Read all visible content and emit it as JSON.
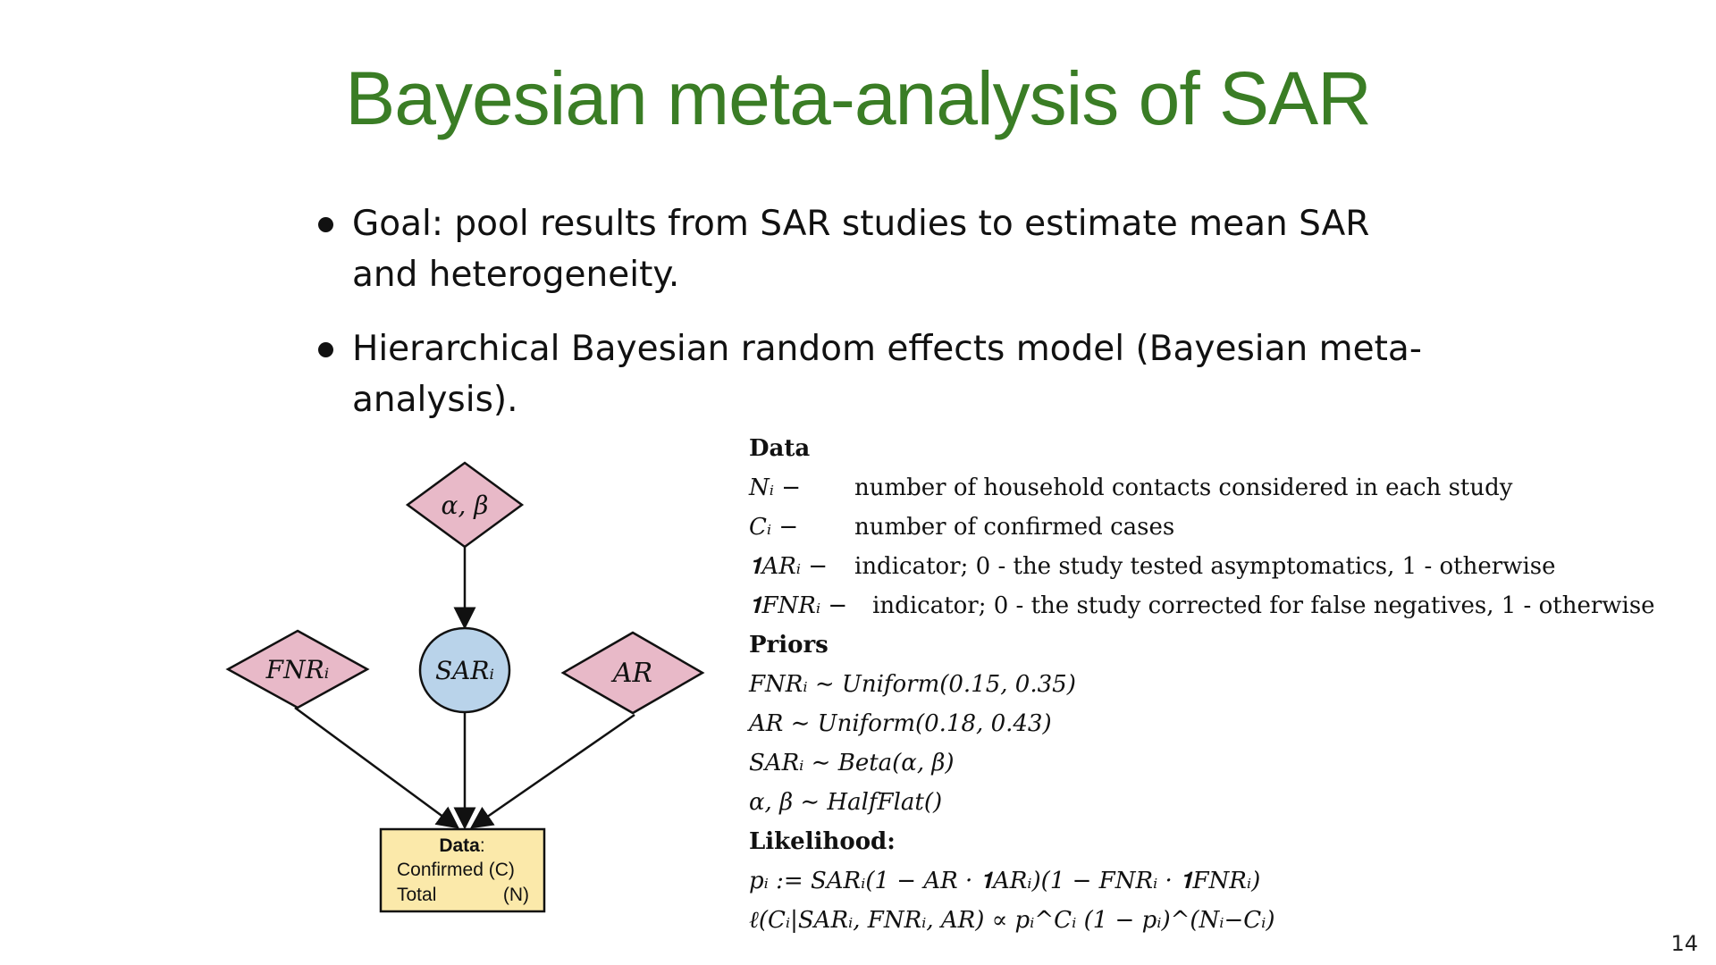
{
  "slide": {
    "title": "Bayesian meta-analysis of SAR",
    "page_number": "14"
  },
  "bullets": [
    {
      "text": "Goal: pool results from SAR studies to estimate mean SAR and heterogeneity."
    },
    {
      "text": "Hierarchical Bayesian random effects model (Bayesian meta-analysis)."
    }
  ],
  "diagram": {
    "nodes": {
      "alpha_beta": "α, β",
      "fnr": "FNRᵢ",
      "sar": "SARᵢ",
      "ar": "AR",
      "data_title": "Data",
      "data_colon": ":",
      "data_line1": "Confirmed (C)",
      "data_line2_label": "Total",
      "data_line2_value": "(N)"
    },
    "colors": {
      "diamond_fill": "#e8b9c8",
      "circle_fill": "#b9d3ea",
      "box_fill": "#fbe9aa",
      "stroke": "#111111"
    }
  },
  "model": {
    "data_heading": "Data",
    "data_items": [
      {
        "symbol": "Nᵢ −",
        "description": "number of household contacts considered in each study"
      },
      {
        "symbol": "Cᵢ −",
        "description": "number of confirmed cases"
      },
      {
        "symbol": "𝟏ARᵢ −",
        "description": "indicator; 0 - the study tested asymptomatics, 1 - otherwise"
      },
      {
        "symbol": "𝟏FNRᵢ −",
        "description": "indicator; 0 - the study corrected for false negatives, 1 - otherwise"
      }
    ],
    "priors_heading": "Priors",
    "priors": [
      "FNRᵢ ∼ Uniform(0.15, 0.35)",
      "AR ∼ Uniform(0.18, 0.43)",
      "SARᵢ ∼ Beta(α, β)",
      "α, β ∼ HalfFlat()"
    ],
    "likelihood_heading": "Likelihood:",
    "likelihood": [
      "pᵢ := SARᵢ(1 − AR · 𝟏ARᵢ)(1 − FNRᵢ · 𝟏FNRᵢ)",
      "ℓ(Cᵢ|SARᵢ, FNRᵢ, AR) ∝ pᵢ^Cᵢ (1 − pᵢ)^(Nᵢ−Cᵢ)"
    ]
  }
}
